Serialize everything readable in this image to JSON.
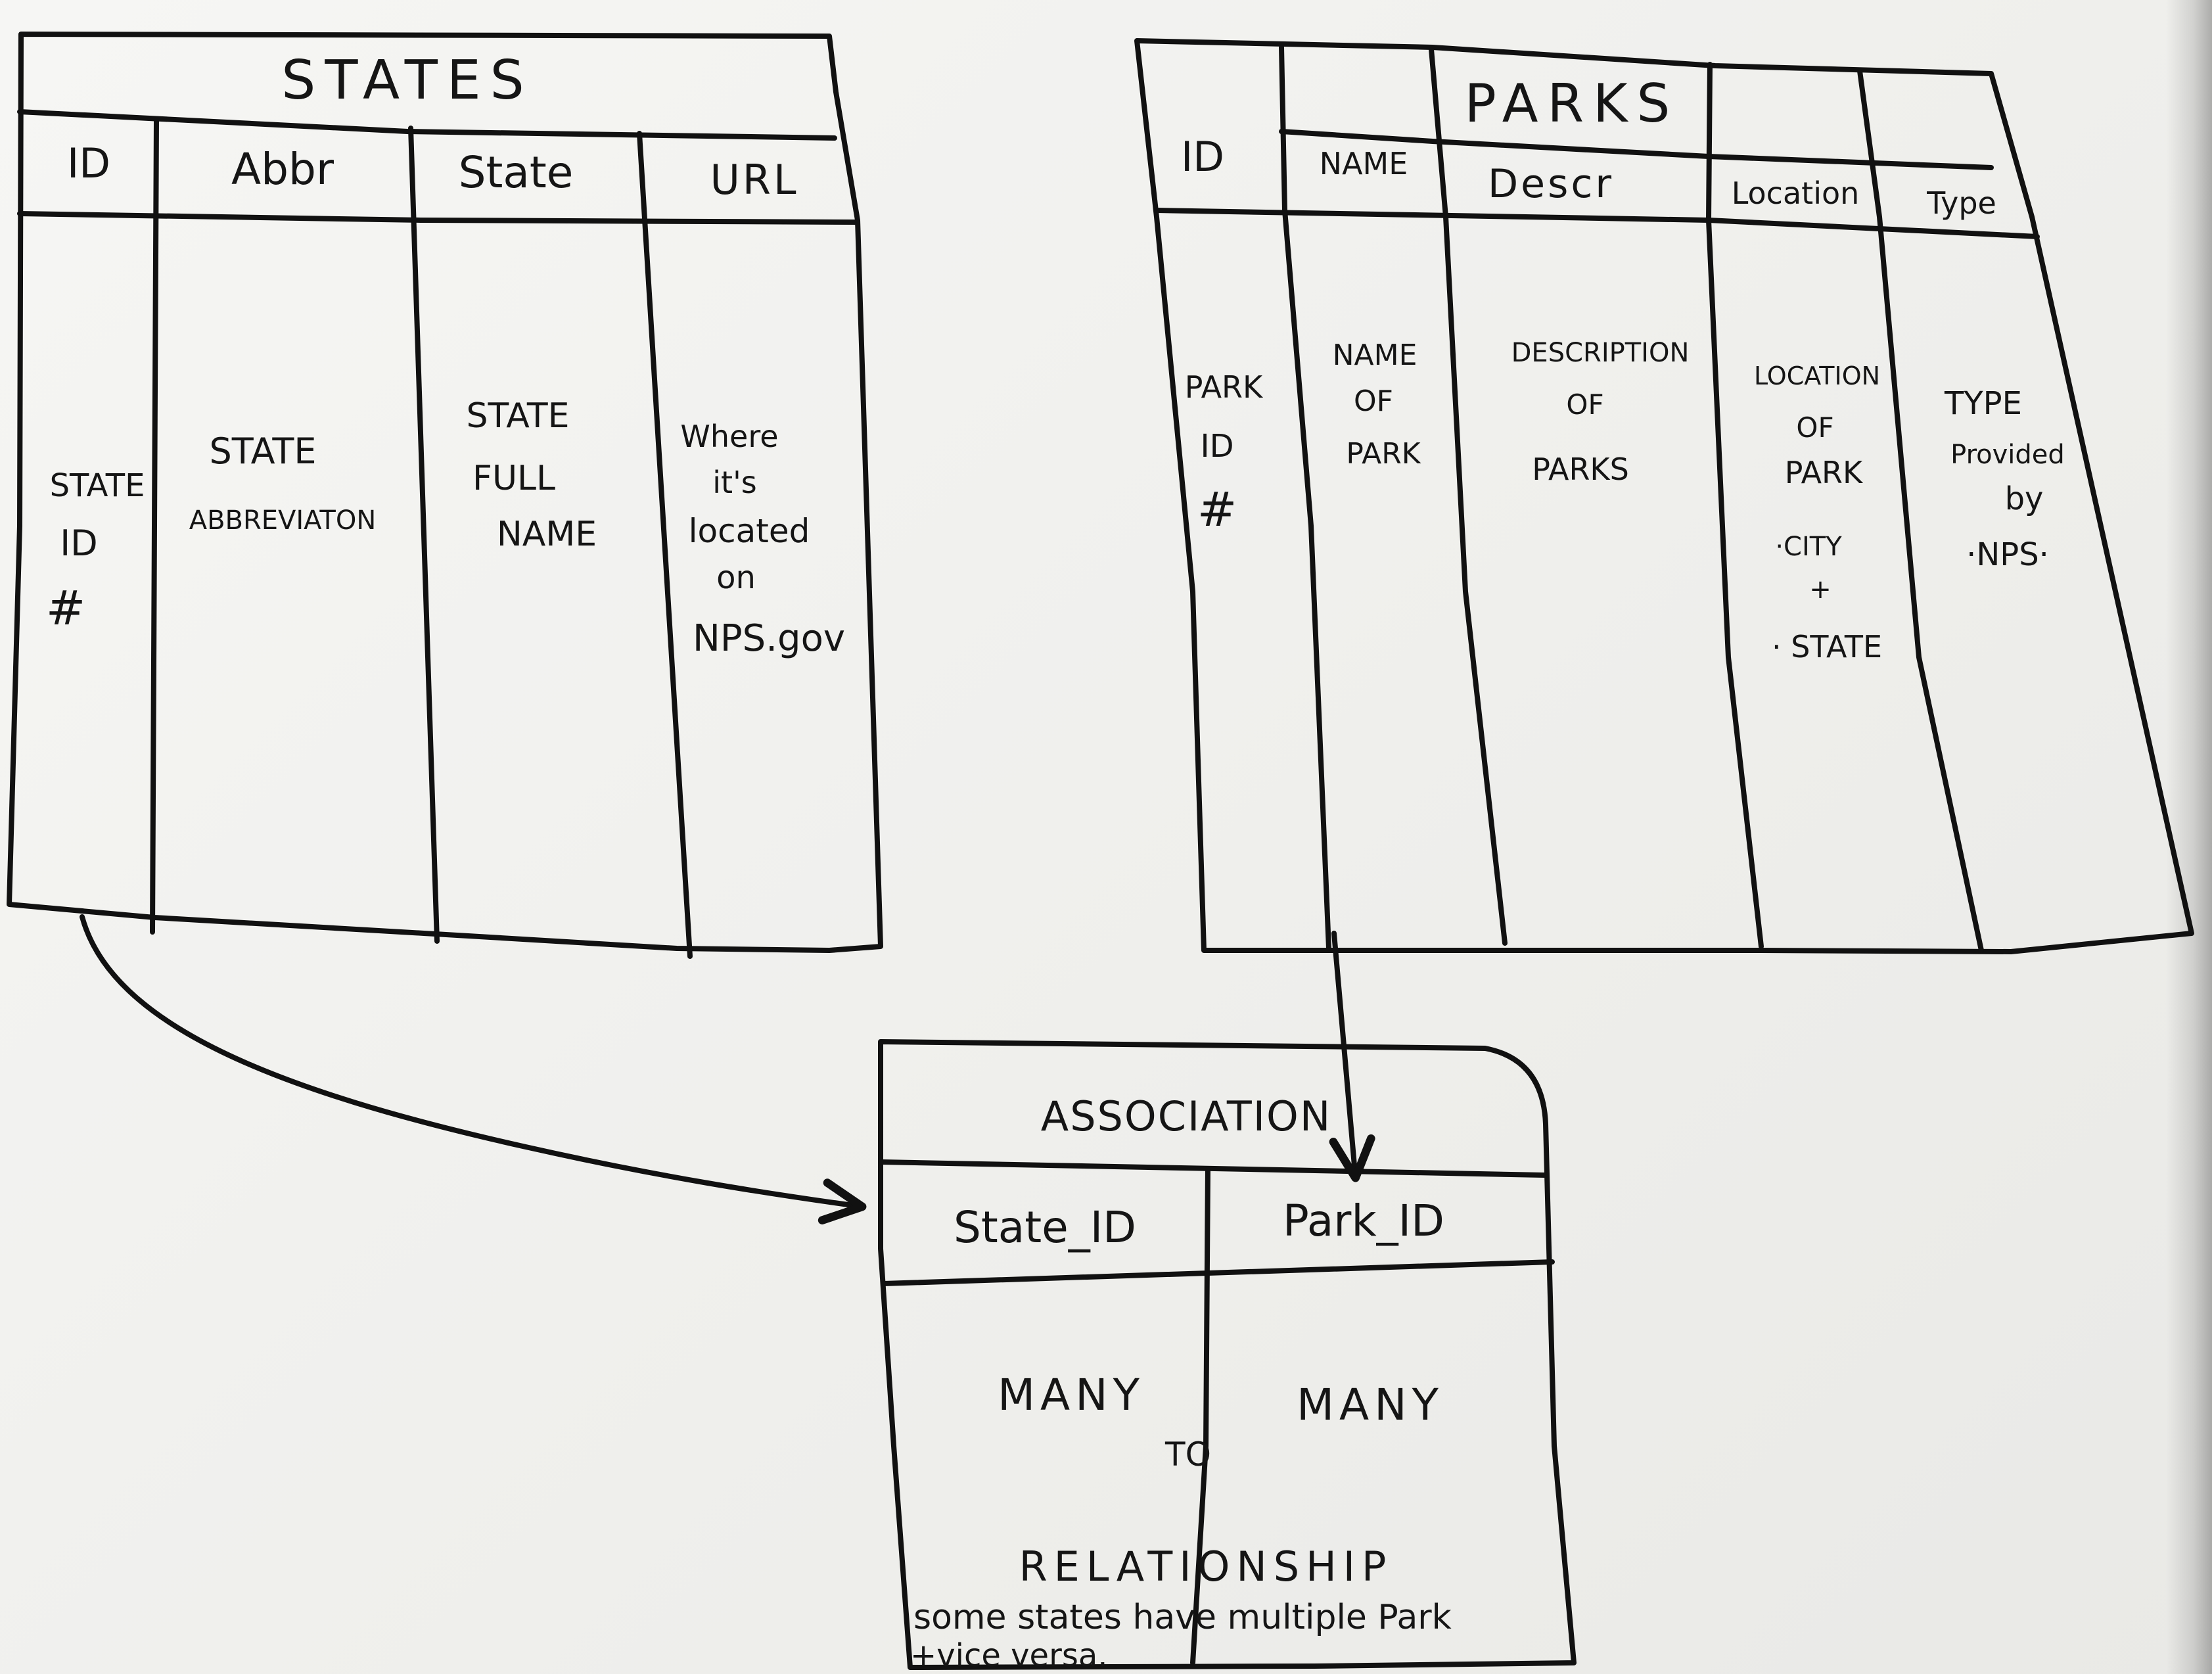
{
  "states_table": {
    "title": "STATES",
    "columns": [
      {
        "header": "ID",
        "description": [
          "STATE",
          "ID",
          "#"
        ]
      },
      {
        "header": "Abbr",
        "description": [
          "STATE",
          "ABBREVIATON"
        ]
      },
      {
        "header": "State",
        "description": [
          "STATE",
          "FULL",
          "NAME"
        ]
      },
      {
        "header": "URL",
        "description": [
          "Where",
          "it's",
          "located",
          "on",
          "NPS.gov"
        ]
      }
    ]
  },
  "parks_table": {
    "title": "PARKS",
    "columns": [
      {
        "header": "ID",
        "description": [
          "PARK",
          "ID",
          "#"
        ]
      },
      {
        "header": "NAME",
        "description": [
          "NAME",
          "OF",
          "PARK"
        ]
      },
      {
        "header": "Descr",
        "description": [
          "DESCRIPTION",
          "OF",
          "PARKS"
        ]
      },
      {
        "header": "Location",
        "description": [
          "LOCATION",
          "OF",
          "PARK",
          "·CITY",
          "+",
          "· STATE"
        ]
      },
      {
        "header": "Type",
        "description": [
          "TYPE",
          "Provided",
          "by",
          "·NPS·"
        ]
      }
    ]
  },
  "association_table": {
    "title": "ASSOCIATION",
    "columns": [
      {
        "header": "State_ID"
      },
      {
        "header": "Park_ID"
      }
    ],
    "left_text": "MANY",
    "right_text": "MANY",
    "middle_text": "TO",
    "relationship_text": "RELATIONSHIP",
    "note_line1": "some states have multiple Park",
    "note_line2": "+vice versa."
  },
  "colors": {
    "ink": "#111111",
    "paper": "#f4f4f2"
  }
}
